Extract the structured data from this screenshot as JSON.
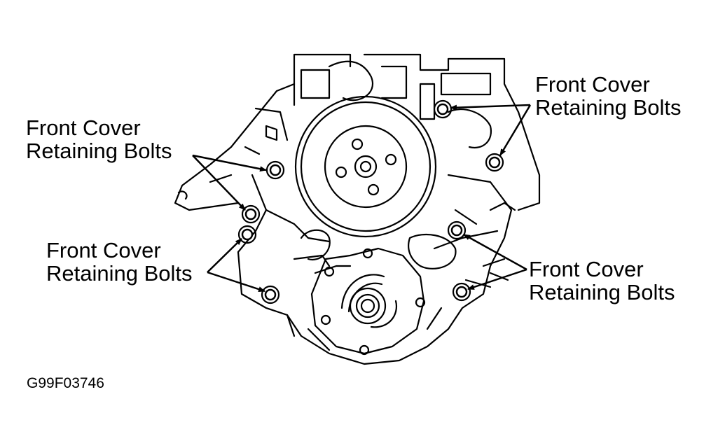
{
  "callouts": [
    {
      "line1": "Front Cover",
      "line2": "Retaining Bolts"
    },
    {
      "line1": "Front Cover",
      "line2": "Retaining Bolts"
    },
    {
      "line1": "Front Cover",
      "line2": "Retaining Bolts"
    },
    {
      "line1": "Front Cover",
      "line2": "Retaining Bolts"
    }
  ],
  "figure_id": "G99F03746",
  "colors": {
    "ink": "#000000",
    "paper": "#ffffff"
  }
}
